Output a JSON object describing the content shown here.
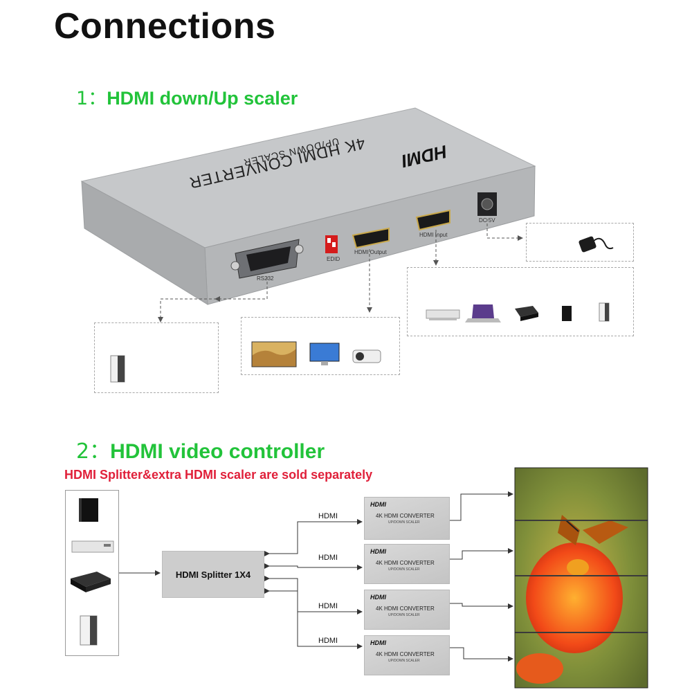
{
  "title": "Connections",
  "section1": {
    "number": "1：",
    "heading": "HDMI down/Up scaler"
  },
  "device": {
    "logo": "HDMI",
    "name_line1": "4K HDMI CONVERTER",
    "name_line2": "UP/DOWN SCALER",
    "ports": {
      "rs232": "RS232",
      "edid": "EDID",
      "hdmi_output": "HDMI Output",
      "hdmi_input": "HDMI Input",
      "dc": "DC 5V"
    }
  },
  "section2": {
    "number": "2：",
    "heading": "HDMI video controller"
  },
  "note": "HDMI Splitter&extra HDMI scaler are sold separately",
  "splitter": {
    "label": "HDMI Splitter 1X4"
  },
  "hdmi_link_label": "HDMI",
  "converter_box": {
    "logo": "HDMI",
    "line1": "4K HDMI CONVERTER",
    "line2": "UP/DOWN SCALER"
  }
}
